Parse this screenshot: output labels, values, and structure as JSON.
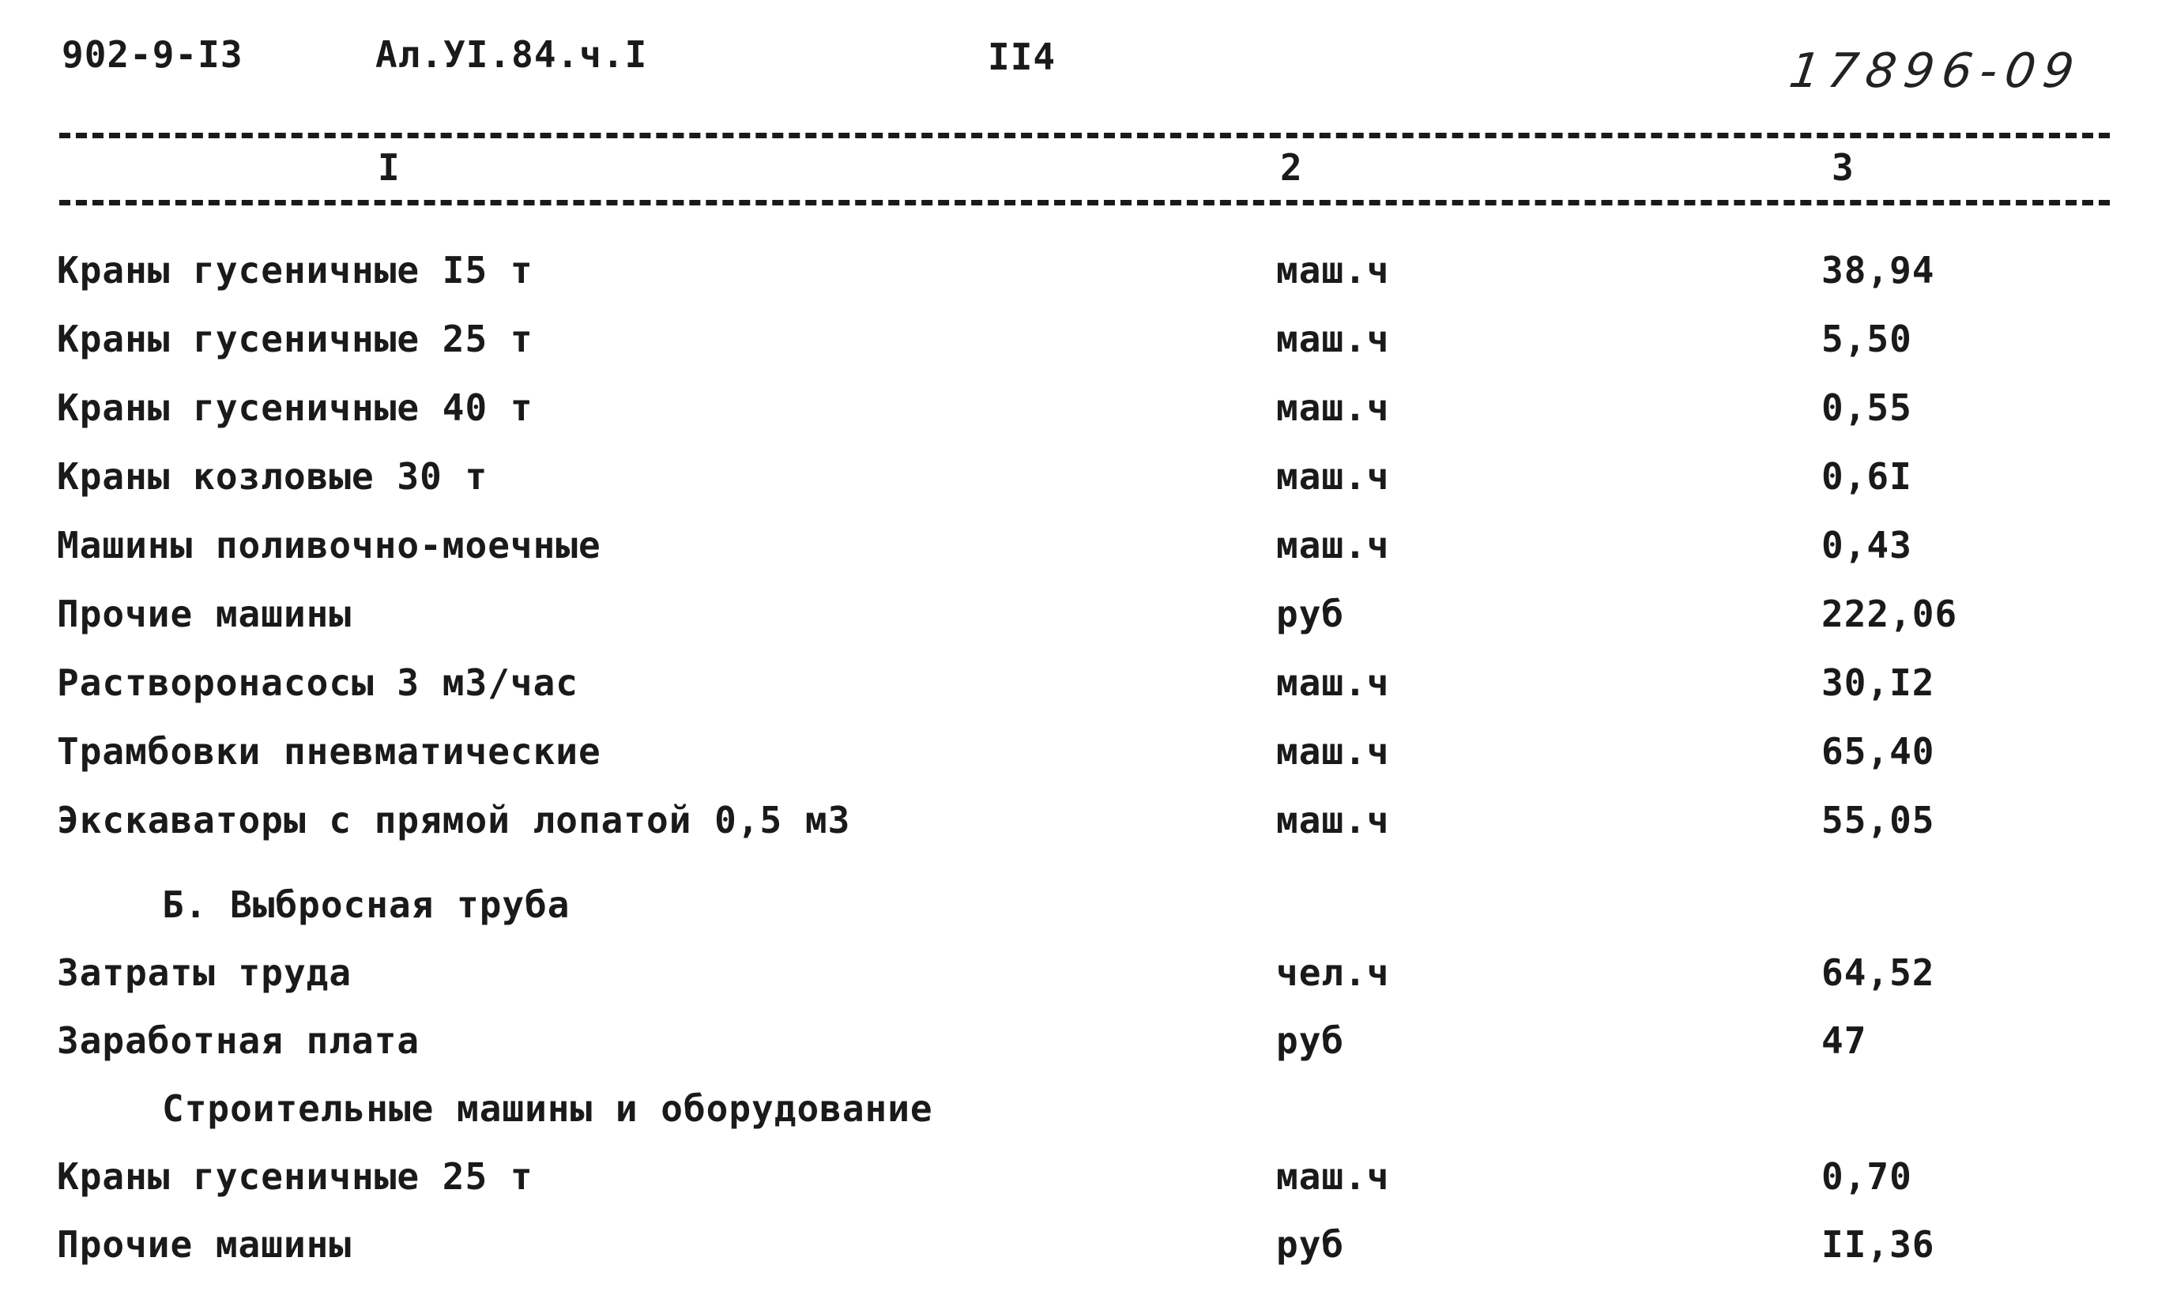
{
  "header": {
    "code": "902-9-I3",
    "album": "Ал.УI.84.ч.I",
    "page": "II4",
    "handwritten_number": "17896-09"
  },
  "table_header": {
    "col1": "I",
    "col2": "2",
    "col3": "3"
  },
  "rows": [
    {
      "name": "Краны гусеничные I5 т",
      "unit": "маш.ч",
      "value": "38,94"
    },
    {
      "name": "Краны гусеничные 25 т",
      "unit": "маш.ч",
      "value": "5,50"
    },
    {
      "name": "Краны гусеничные 40 т",
      "unit": "маш.ч",
      "value": "0,55"
    },
    {
      "name": "Краны козловые 30 т",
      "unit": "маш.ч",
      "value": "0,6I"
    },
    {
      "name": "Машины поливочно-моечные",
      "unit": "маш.ч",
      "value": "0,43"
    },
    {
      "name": "Прочие машины",
      "unit": "руб",
      "value": "222,06"
    },
    {
      "name": "Растворонасосы 3 м3/час",
      "unit": "маш.ч",
      "value": "30,I2"
    },
    {
      "name": "Трамбовки пневматические",
      "unit": "маш.ч",
      "value": "65,40"
    },
    {
      "name": "Экскаваторы с прямой лопатой 0,5 м3",
      "unit": "маш.ч",
      "value": "55,05"
    }
  ],
  "section_b": {
    "title": "Б.  Выбросная труба"
  },
  "rows_b": [
    {
      "name": "Затраты труда",
      "unit": "чел.ч",
      "value": "64,52"
    },
    {
      "name": "Заработная плата",
      "unit": "руб",
      "value": "47"
    }
  ],
  "subsection": {
    "title": "Строительные машины и оборудование"
  },
  "rows_c": [
    {
      "name": "Краны гусеничные 25 т",
      "unit": "маш.ч",
      "value": "0,70"
    },
    {
      "name": "Прочие машины",
      "unit": "руб",
      "value": "II,36"
    }
  ]
}
